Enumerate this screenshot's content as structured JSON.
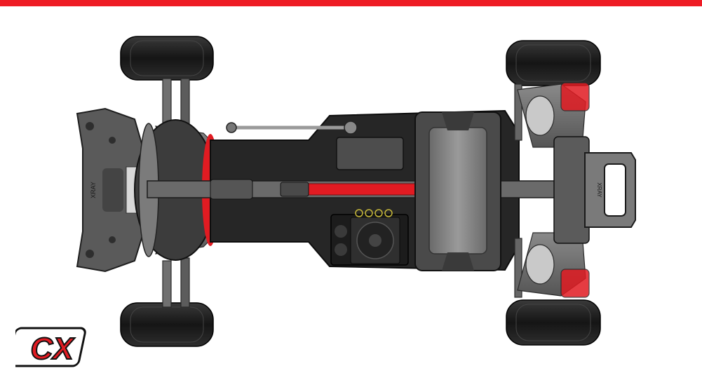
{
  "image": {
    "subject": "rc-car-chassis-top-view",
    "colors": {
      "banner": "#ee1c25",
      "chassis": "#2b2b2b",
      "parts": "#6e6e6e",
      "accent": "#e11b22",
      "tire": "#222222"
    }
  },
  "branding": {
    "logo_text": "CX",
    "part_marking_front": "XRAY",
    "part_marking_rear": "XRAY"
  }
}
